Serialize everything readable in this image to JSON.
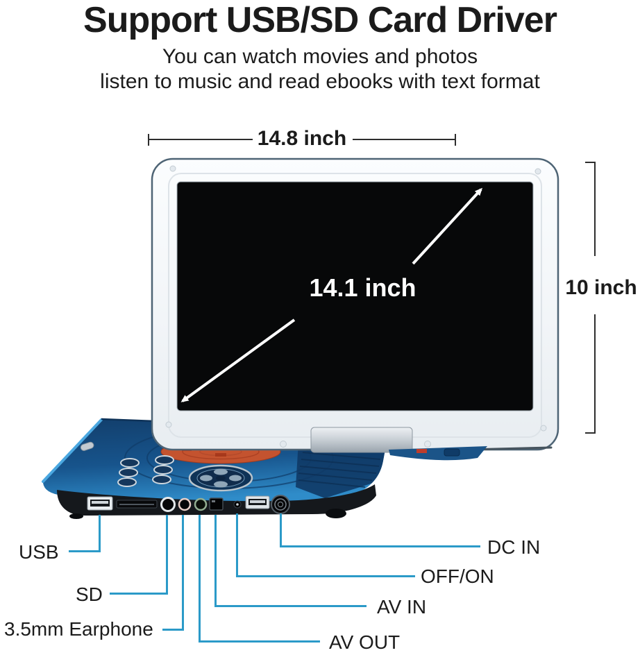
{
  "header": {
    "title": "Support USB/SD Card Driver",
    "subtitle_line1": "You can watch movies and photos",
    "subtitle_line2": "listen to music and read ebooks with text format"
  },
  "measurements": {
    "width_label": "14.8 inch",
    "height_label": "10 inch",
    "diagonal_label": "14.1 inch"
  },
  "ports": {
    "usb": "USB",
    "sd": "SD",
    "earphone": "3.5mm Earphone",
    "av_out": "AV OUT",
    "av_in": "AV IN",
    "power": "OFF/ON",
    "dc_in": "DC IN"
  },
  "colors": {
    "callout_line": "#2b9ac8",
    "measure_line": "#2d2d2d",
    "text": "#1b1b1b",
    "screen_black": "#070809",
    "body_blue": "#17548c",
    "body_blue_bright": "#2f8cc9",
    "disc_orange": "#c4532f",
    "diagonal_text": "#ffffff"
  }
}
